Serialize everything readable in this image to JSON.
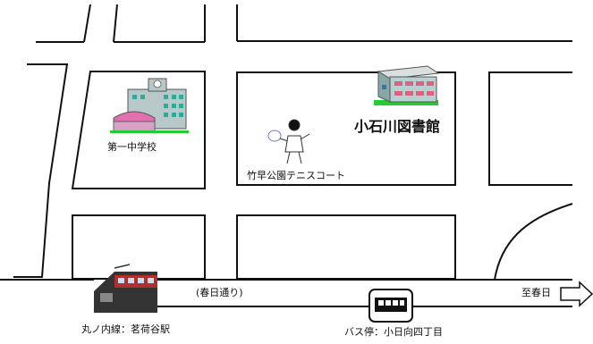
{
  "labels": {
    "school": "第一中学校",
    "library": "小石川図書館",
    "tennis_court": "竹早公園テニスコート",
    "street": "(春日通り)",
    "to_kasuga": "至春日",
    "station": "丸ノ内線：茗荷谷駅",
    "bus_stop": "バス停：小日向四丁目"
  },
  "icons": {
    "school": "school-building-icon",
    "library": "library-building-icon",
    "tennis": "tennis-player-icon",
    "train": "train-icon",
    "bus": "bus-icon",
    "arrow": "right-arrow-icon"
  },
  "colors": {
    "line": "#111111",
    "grass": "#22cc33",
    "school_roof": "#e070b0",
    "building": "#b8c8c8",
    "train_red": "#b03030"
  }
}
